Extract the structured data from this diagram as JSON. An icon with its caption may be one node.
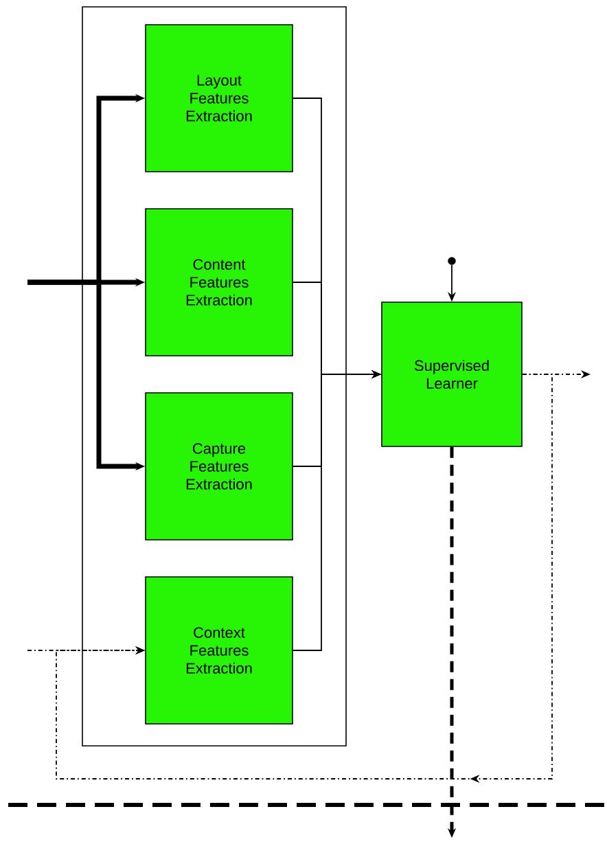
{
  "diagram": {
    "nodes": [
      {
        "text": [],
        "shape": "box"
      },
      {
        "text": [
          "Layout Features Extraction"
        ],
        "in": 0
      },
      {
        "text": [
          "Content Features Extraction"
        ],
        "in": 0
      },
      {
        "text": [
          "Capture Features Extraction"
        ],
        "in": 0
      },
      {
        "text": [
          "Context Features Extraction"
        ],
        "in": 0
      },
      {
        "text": [
          "Supervised Learner"
        ]
      },
      {
        "text": [],
        "shape": "circle"
      }
    ],
    "edges": [
      {
        "from": null,
        "to": 2,
        "arrow": "to",
        "style": "thick"
      },
      {
        "from": null,
        "to": 1,
        "arrow": "to",
        "style": "thick"
      },
      {
        "from": null,
        "to": 3,
        "arrow": "to",
        "style": "thick"
      },
      {
        "from": 1,
        "to": 5,
        "arrow": "to"
      },
      {
        "from": 2,
        "to": 5,
        "arrow": "to"
      },
      {
        "from": 3,
        "to": 5,
        "arrow": "to"
      },
      {
        "from": 4,
        "to": 5,
        "arrow": "to"
      },
      {
        "from": 6,
        "to": 5,
        "arrow": "to"
      },
      {
        "from": 5,
        "to": null,
        "arrow": "to",
        "style": "dashed"
      },
      {
        "from": 5,
        "to": null,
        "arrow": "to",
        "style": "dashed"
      },
      {
        "from": 5,
        "to": 4,
        "arrow": "to",
        "style": "dashed"
      },
      {
        "from": null,
        "to": 4,
        "arrow": "to",
        "style": "dashed"
      }
    ]
  }
}
